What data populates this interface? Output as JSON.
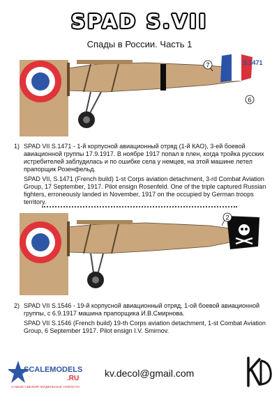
{
  "header": {
    "title": "SPAD S.VII",
    "subtitle": "Спады в России. Часть 1"
  },
  "colors": {
    "aircraft_tan": "#c9a67b",
    "roundel_red": "#e0343a",
    "roundel_white": "#ffffff",
    "roundel_blue": "#2f56a6",
    "tail_red": "#d8323a",
    "tail_blue": "#2a52a8",
    "tail_black": "#0d0d0d"
  },
  "profile1": {
    "serial": "S.1471",
    "callouts": [
      "7",
      "6"
    ],
    "number": "1)",
    "ru_text": "SPAD VII S.1471 - 1-й корпусной авиационный отряд (1-й КАО), 3-ей боевой авиационной группы 17.9.1917. В ноябре 1917 попал в плен, когда тройка русских истребителей заблудилась и по ошибке села у немцев, на этой машине летел прапорщик Розенфельд.",
    "en_text": "SPAD VII, S.1471 (French build) 1-st Corps aviation detachment, 3-rd Combat Aviation Group, 17 September, 1917. Pilot ensign Rosenfeld. One of the triple captured Russian fighters, erroneously landed in November, 1917 on the occupied by German troops territory."
  },
  "profile2": {
    "callouts": [
      "2"
    ],
    "number": "2)",
    "ru_text": "SPAD VII S.1546 - 19-й корпусной авиационный отряд, 1-ой боевой авиационной группы, с 6.9.1917 машина прапорщика И.В.Смирнова.",
    "en_text": "SPAD VII S.1546 (French build) 19-th Corps aviation detachment, 1-st Combat Aviation Group, 6 September 1917. Pilot ensign I.V. Smirnov."
  },
  "footer": {
    "email": "kv.decol@gmail.com",
    "logo_left_main": "SCALEMODELS",
    "logo_left_sub": ".RU",
    "logo_left_tagline": "САМЫЕ СВЕЖИЕ МОДЕЛЬНЫЕ НОВОСТИ",
    "logo_right": "KD"
  }
}
